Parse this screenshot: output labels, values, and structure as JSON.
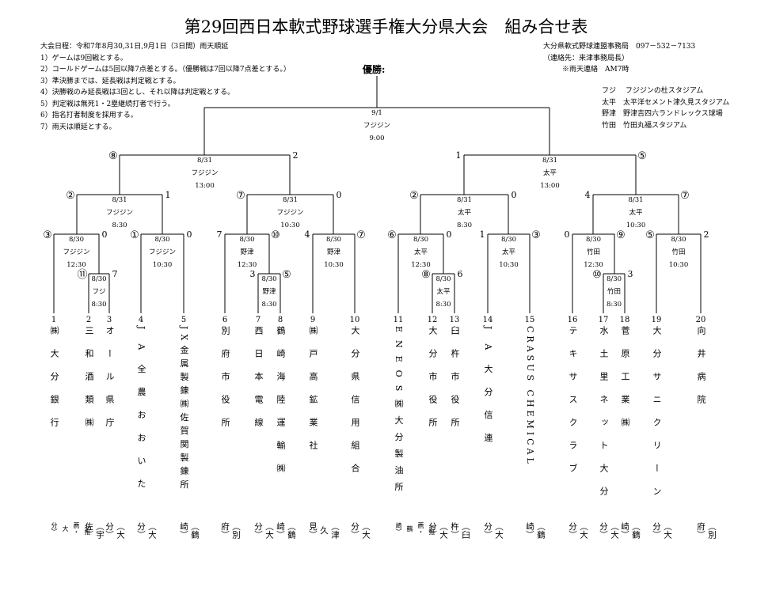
{
  "title": "第29回西日本軟式野球選手権大分県大会　組み合せ表",
  "rules": [
    "大会日程：令和7年8月30,31日,9月1日（3日間）雨天順延",
    "1）ゲームは9回戦とする。",
    "2）コールドゲームは5回以降7点差とする。（優勝戦は7回以降7点差とする。）",
    "3）準決勝までは、延長戦は判定戦とする。",
    "4）決勝戦のみ延長戦は3回とし、それ以降は判定戦とする。",
    "5）判定戦は無死1・2塁継続打者で行う。",
    "6）指名打者制度を採用する。",
    "7）雨天は順延とする。"
  ],
  "contact": [
    "大分県軟式野球連盟事務局　097－532－7133",
    "（連絡先：来津事務局長）",
    "※雨天連絡　AM7時"
  ],
  "winner_label": "優勝:",
  "venues": [
    "フジ　 フジジンの杜スタジアム",
    "太平　太平洋セメント津久見スタジアム",
    "野津　野津吉四六ランドレックス球場",
    "竹田　竹田丸福スタジアム"
  ],
  "games": {
    "final": {
      "date": "9/1",
      "venue": "フジジン",
      "time": "9:00"
    },
    "sf_left": {
      "date": "8/31",
      "venue": "フジジン",
      "time": "13:00",
      "l_circ": "⑧",
      "r_score": "2"
    },
    "sf_right": {
      "date": "8/31",
      "venue": "太平",
      "time": "13:00",
      "l_score": "1",
      "r_circ": "⑤"
    },
    "q1": {
      "date": "8/31",
      "venue": "フジジン",
      "time": "8:30",
      "l_circ": "②",
      "r_score": "1"
    },
    "q2": {
      "date": "8/31",
      "venue": "フジジン",
      "time": "10:30",
      "l_circ": "⑦",
      "r_score": "0"
    },
    "q3": {
      "date": "8/31",
      "venue": "太平",
      "time": "8:30",
      "l_circ": "②",
      "r_score": "0"
    },
    "q4": {
      "date": "8/31",
      "venue": "太平",
      "time": "10:30",
      "l_score": "4",
      "r_circ": "⑦"
    },
    "r2a": {
      "date": "8/30",
      "venue": "フジジン",
      "time": "12:30",
      "l_circ": "③",
      "r_score": "0"
    },
    "r2b": {
      "date": "8/30",
      "venue": "フジジン",
      "time": "10:30",
      "l_circ": "①",
      "r_score": "0"
    },
    "r2c": {
      "date": "8/30",
      "venue": "野津",
      "time": "12:30",
      "l_score": "7",
      "r_circ": "⑩"
    },
    "r2d": {
      "date": "8/30",
      "venue": "野津",
      "time": "10:30",
      "l_score": "4",
      "r_circ": "⑦"
    },
    "r2e": {
      "date": "8/30",
      "venue": "太平",
      "time": "12:30",
      "l_circ": "⑥",
      "r_score": "0"
    },
    "r2f": {
      "date": "8/30",
      "venue": "太平",
      "time": "10:30",
      "l_score": "1",
      "r_circ": "③"
    },
    "r2g": {
      "date": "8/30",
      "venue": "竹田",
      "time": "12:30",
      "l_score": "0",
      "r_circ": "⑨"
    },
    "r2h": {
      "date": "8/30",
      "venue": "竹田",
      "time": "10:30",
      "l_circ": "⑤",
      "r_score": "2"
    },
    "r1a": {
      "date": "8/30",
      "venue": "フジ",
      "time": "8:30",
      "l_circ": "⑪",
      "r_score": "7"
    },
    "r1b": {
      "date": "8/30",
      "venue": "野津",
      "time": "8:30",
      "l_score": "3",
      "r_circ": "⑤"
    },
    "r1c": {
      "date": "8/30",
      "venue": "太平",
      "time": "8:30",
      "l_circ": "⑧",
      "r_score": "6"
    },
    "r1d": {
      "date": "8/30",
      "venue": "竹田",
      "time": "8:30",
      "l_circ": "⑩",
      "r_score": "3"
    }
  },
  "teams": [
    {
      "num": "1",
      "name": "㈱大分銀行",
      "region": "（推薦・大分）"
    },
    {
      "num": "2",
      "name": "三和酒類㈱",
      "region": "（宇佐）"
    },
    {
      "num": "3",
      "name": "オール県庁",
      "region": "（大分）"
    },
    {
      "num": "4",
      "name": "JA全農おおいた",
      "region": "（大分）"
    },
    {
      "num": "5",
      "name": "JX金属製錬㈱佐賀関製錬所",
      "region": "（鶴崎）"
    },
    {
      "num": "6",
      "name": "別府市役所",
      "region": "（別府）"
    },
    {
      "num": "7",
      "name": "西日本電線",
      "region": "（大分）"
    },
    {
      "num": "8",
      "name": "鶴崎海陸運輸㈱",
      "region": "（鶴崎）"
    },
    {
      "num": "9",
      "name": "㈱戸高鉱業社",
      "region": "（津久見）"
    },
    {
      "num": "10",
      "name": "大分県信用組合",
      "region": "（大分）"
    },
    {
      "num": "11",
      "name": "ENEOS㈱大分製油所",
      "region": "（推薦・鶴崎）"
    },
    {
      "num": "12",
      "name": "大分市役所",
      "region": "（大分）"
    },
    {
      "num": "13",
      "name": "臼杵市役所",
      "region": "（臼杵）"
    },
    {
      "num": "14",
      "name": "JA大分信連",
      "region": "（大分）"
    },
    {
      "num": "15",
      "name": "CRASUS CHEMICAL",
      "region": "（鶴崎）"
    },
    {
      "num": "16",
      "name": "テキサスクラブ",
      "region": "（大分）"
    },
    {
      "num": "17",
      "name": "水土里ネット大分",
      "region": "（大分）"
    },
    {
      "num": "18",
      "name": "菅原工業㈱",
      "region": "（鶴崎）"
    },
    {
      "num": "19",
      "name": "大分サニクリーン",
      "region": "（大分）"
    },
    {
      "num": "20",
      "name": "向井病院",
      "region": "（別府）"
    }
  ]
}
